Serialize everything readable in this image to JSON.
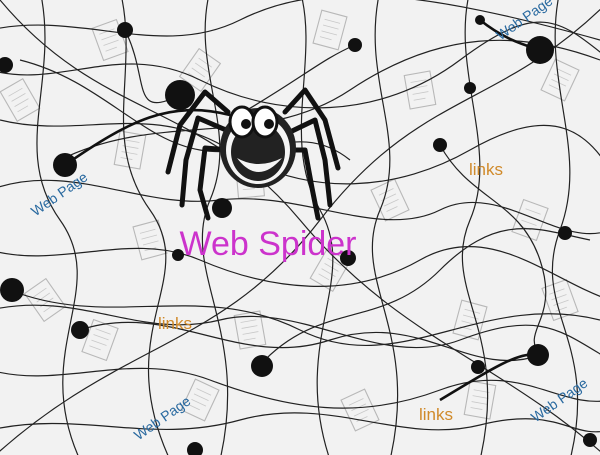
{
  "title": "Web Spider",
  "node_label": "Web Page",
  "edge_label": "links",
  "colors": {
    "background": "#f2f2f2",
    "title": "#cc33cc",
    "web_page_label": "#2a6aa0",
    "links_label": "#d08a2a",
    "node": "#111111",
    "line": "#222222",
    "page_outline": "#b8b8b8"
  },
  "icons": {
    "spider": "spider-icon",
    "page": "document-page-icon"
  }
}
